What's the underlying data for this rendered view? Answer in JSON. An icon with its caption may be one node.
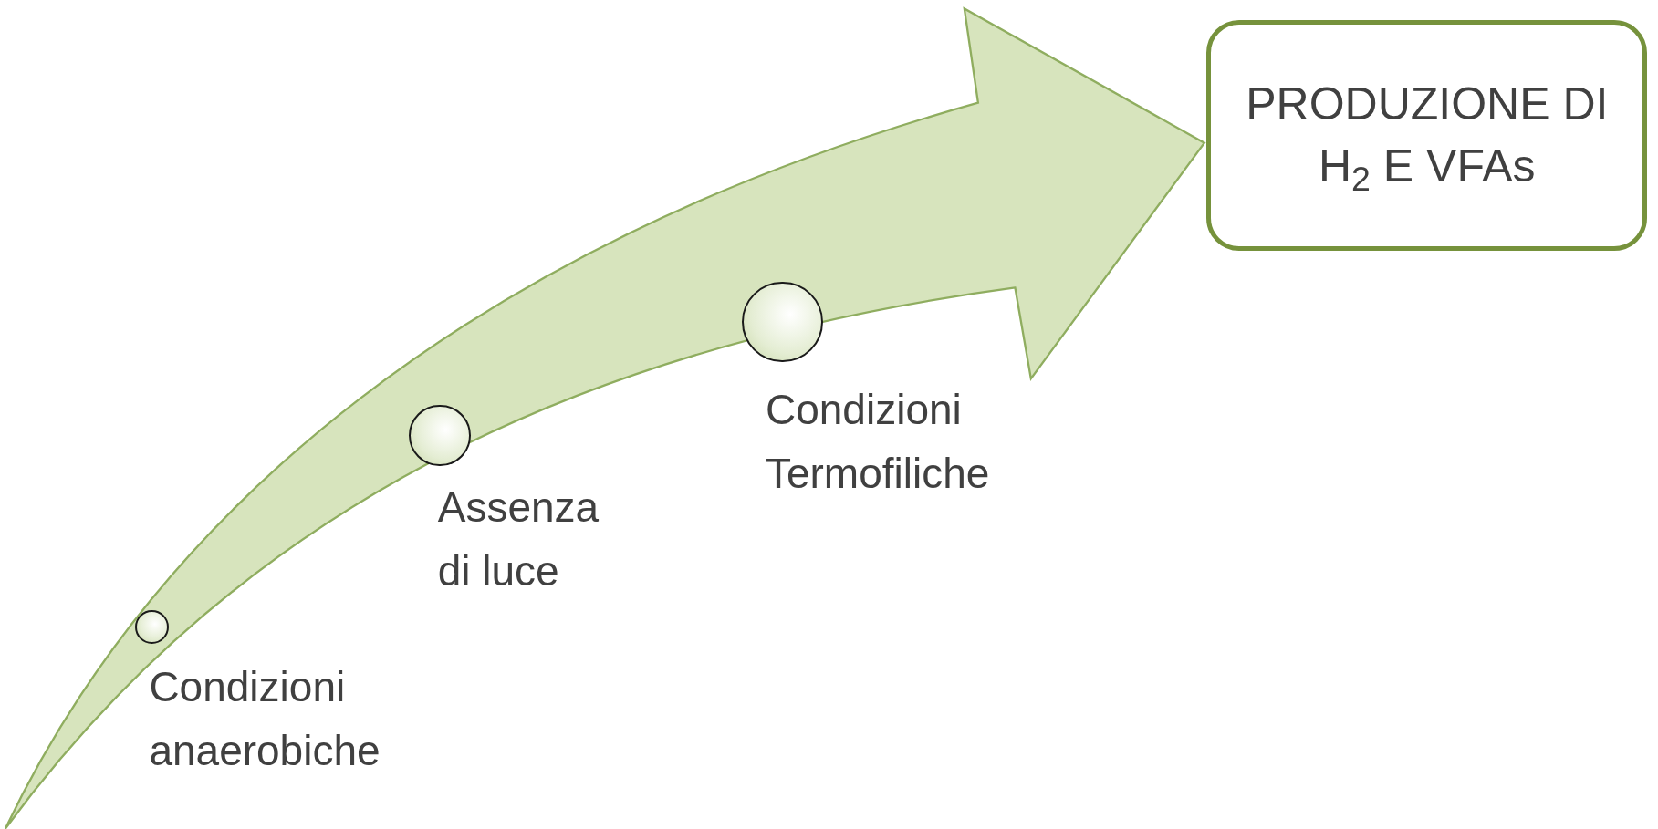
{
  "diagram": {
    "nodes": [
      {
        "text": [],
        "shape": "circle",
        "beside": [
          "Condizioni anaerobiche"
        ]
      },
      {
        "text": [],
        "shape": "circle",
        "beside": [
          "Assenza di luce"
        ]
      },
      {
        "text": [],
        "shape": "circle",
        "beside": [
          "Condizioni Termofiliche"
        ]
      },
      {
        "text": [
          "PRODUZIONE DI H$_{2}$ E VFAs"
        ]
      }
    ],
    "edges": [
      {
        "from": null,
        "to": 3,
        "arrow": "to"
      }
    ]
  }
}
